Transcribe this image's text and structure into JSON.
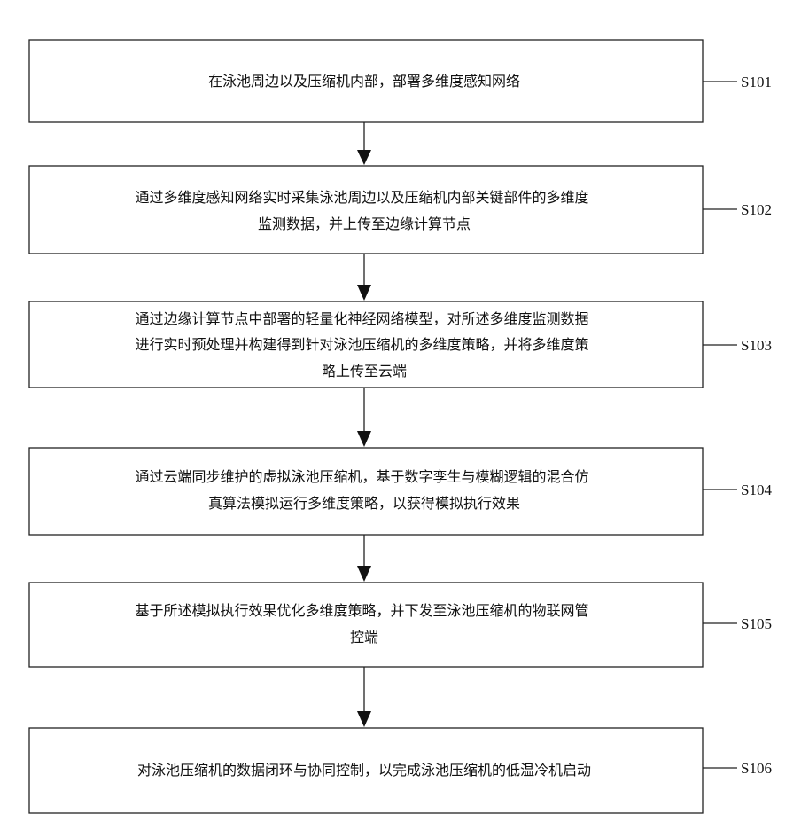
{
  "steps": [
    {
      "label": "S101",
      "lines": [
        "在泳池周边以及压缩机内部，部署多维度感知网络"
      ]
    },
    {
      "label": "S102",
      "lines": [
        "通过多维度感知网络实时采集泳池周边以及压缩机内部关键部件的多维度",
        "监测数据，并上传至边缘计算节点"
      ]
    },
    {
      "label": "S103",
      "lines": [
        "通过边缘计算节点中部署的轻量化神经网络模型，对所述多维度监测数据",
        "进行实时预处理并构建得到针对泳池压缩机的多维度策略，并将多维度策",
        "略上传至云端"
      ]
    },
    {
      "label": "S104",
      "lines": [
        "通过云端同步维护的虚拟泳池压缩机，基于数字孪生与模糊逻辑的混合仿",
        "真算法模拟运行多维度策略，以获得模拟执行效果"
      ]
    },
    {
      "label": "S105",
      "lines": [
        "基于所述模拟执行效果优化多维度策略，并下发至泳池压缩机的物联网管",
        "控端"
      ]
    },
    {
      "label": "S106",
      "lines": [
        "对泳池压缩机的数据闭环与协同控制，以完成泳池压缩机的低温冷机启动"
      ]
    }
  ]
}
